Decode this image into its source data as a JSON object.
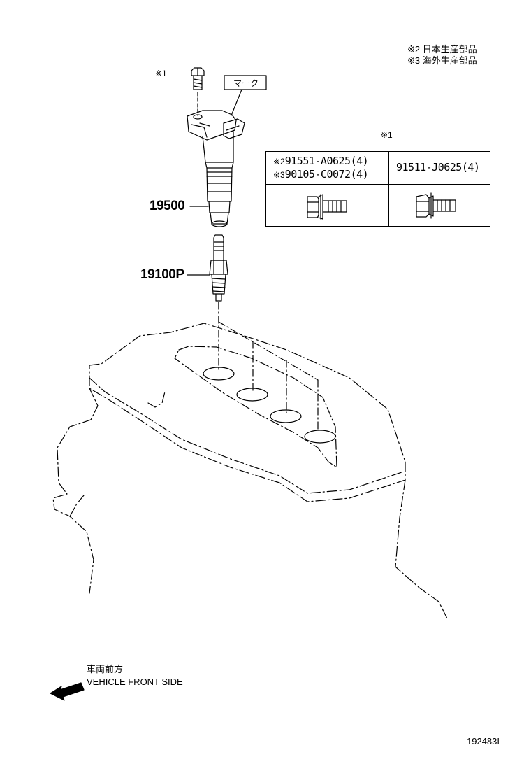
{
  "notes": {
    "jp_made": "※2 日本生産部品",
    "overseas_made": "※3 海外生産部品",
    "bolt_ref": "※1",
    "table_ref": "※1"
  },
  "mark_label": "マーク",
  "parts": {
    "coil": "19500",
    "spark_plug": "19100P"
  },
  "bolt_table": {
    "left": [
      {
        "mark": "※2",
        "part": "91551-A0625(4)"
      },
      {
        "mark": "※3",
        "part": "90105-C0072(4)"
      }
    ],
    "right": "91511-J0625(4)"
  },
  "front": {
    "jp": "車両前方",
    "en": "VEHICLE FRONT SIDE"
  },
  "diagram_id": "192483I"
}
